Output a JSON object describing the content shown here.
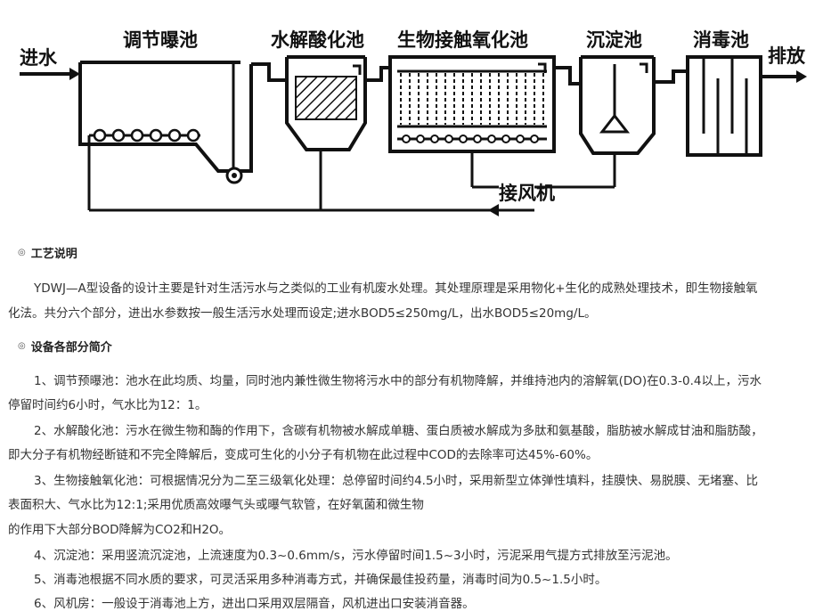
{
  "diagram": {
    "labels": {
      "inlet": "进水",
      "regulating_tank": "调节曝池",
      "hydrolysis_tank": "水解酸化池",
      "contact_tank": "生物接触氧化池",
      "settling_tank": "沉淀池",
      "disinfection_tank": "消毒池",
      "outlet": "排放",
      "blower": "接风机"
    }
  },
  "sections": {
    "process": {
      "title": "工艺说明",
      "para_line1": "YDWJ—A型设备的设计主要是针对生活污水与之类似的工业有机废水处理。其处理原理是采用物化+生化的成熟处理技术，即生物接触氧",
      "para_line2": "化法。共分六个部分，进出水参数按一般生活污水处理而设定;进水BOD5≤250mg/L，出水BOD5≤20mg/L。"
    },
    "parts": {
      "title": "设备各部分简介",
      "item1_line1": "1、调节预曝池：池水在此均质、均量，同时池内兼性微生物将污水中的部分有机物降解，并维持池内的溶解氧(DO)在0.3-0.4以上，污水",
      "item1_line2": "停留时间约6小时，气水比为12：1。",
      "item2_line1": "2、水解酸化池：污水在微生物和酶的作用下，含碳有机物被水解成单糖、蛋白质被水解成为多肽和氨基酸，脂肪被水解成甘油和脂肪酸，",
      "item2_line2": "即大分子有机物经断链和不完全降解后，变成可生化的小分子有机物在此过程中COD的去除率可达45%-60%。",
      "item3_line1": "3、生物接触氧化池：可根据情况分为二至三级氧化处理：总停留时间约4.5小时，采用新型立体弹性填料，挂膜快、易脱膜、无堵塞、比",
      "item3_line2": "表面积大、气水比为12:1;采用优质高效曝气头或曝气软管，在好氧菌和微生物",
      "item3_line3": "的作用下大部分BOD降解为CO2和H2O。",
      "item4": "4、沉淀池：采用竖流沉淀池，上流速度为0.3~0.6mm/s，污水停留时间1.5~3小时，污泥采用气提方式排放至污泥池。",
      "item5": "5、消毒池根据不同水质的要求，可灵活采用多种消毒方式，并确保最佳投药量，消毒时间为0.5~1.5小时。",
      "item6": "6、风机房：一般设于消毒池上方，进出口采用双层隔音，风机进出口安装消音器。"
    }
  }
}
